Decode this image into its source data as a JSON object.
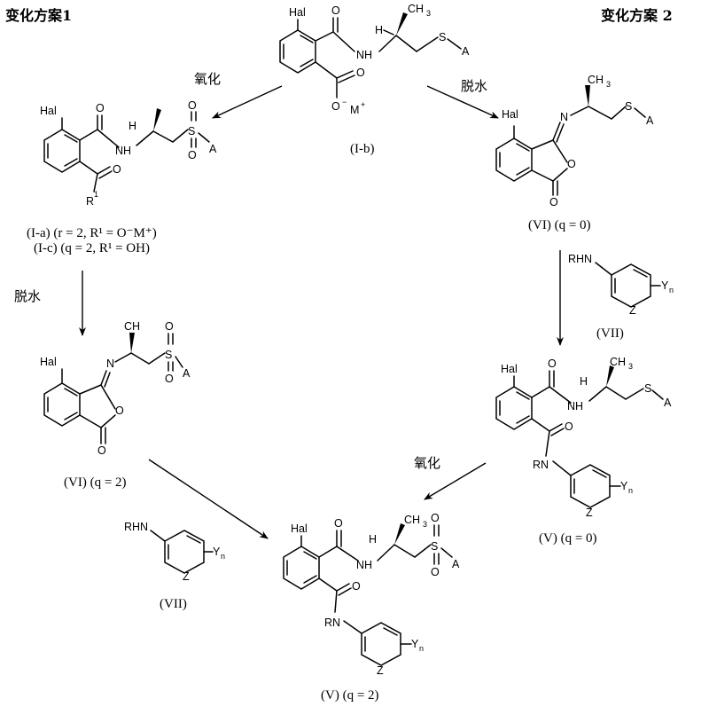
{
  "headers": {
    "left": "变化方案1",
    "right": "变化方案 2"
  },
  "compounds": {
    "Ib": "(I-b)",
    "Ia": "(I-a) (r = 2, R¹ = O⁻M⁺)",
    "Ic": "(I-c) (q = 2, R¹ = OH)",
    "VI_q0": "(VI) (q = 0)",
    "VI_q2": "(VI) (q = 2)",
    "VII_right": "(VII)",
    "VII_left": "(VII)",
    "V_q0": "(V) (q = 0)",
    "V_q2": "(V) (q = 2)"
  },
  "conditions": {
    "oxidation_top": "氧化",
    "dehydration_top": "脱水",
    "dehydration_left": "脱水",
    "oxidation_bottom": "氧化"
  },
  "atoms": {
    "hal": "Hal",
    "h": "H",
    "nh": "NH",
    "rhn": "RHN",
    "rn": "RN",
    "s": "S",
    "a": "A",
    "o": "O",
    "n": "N",
    "z": "Z",
    "y": "Y",
    "m": "M",
    "r": "R",
    "sub_3": "3",
    "sub_1": "1",
    "sub_n": "n",
    "ch": "CH",
    "minus": "−",
    "plus": "+"
  }
}
